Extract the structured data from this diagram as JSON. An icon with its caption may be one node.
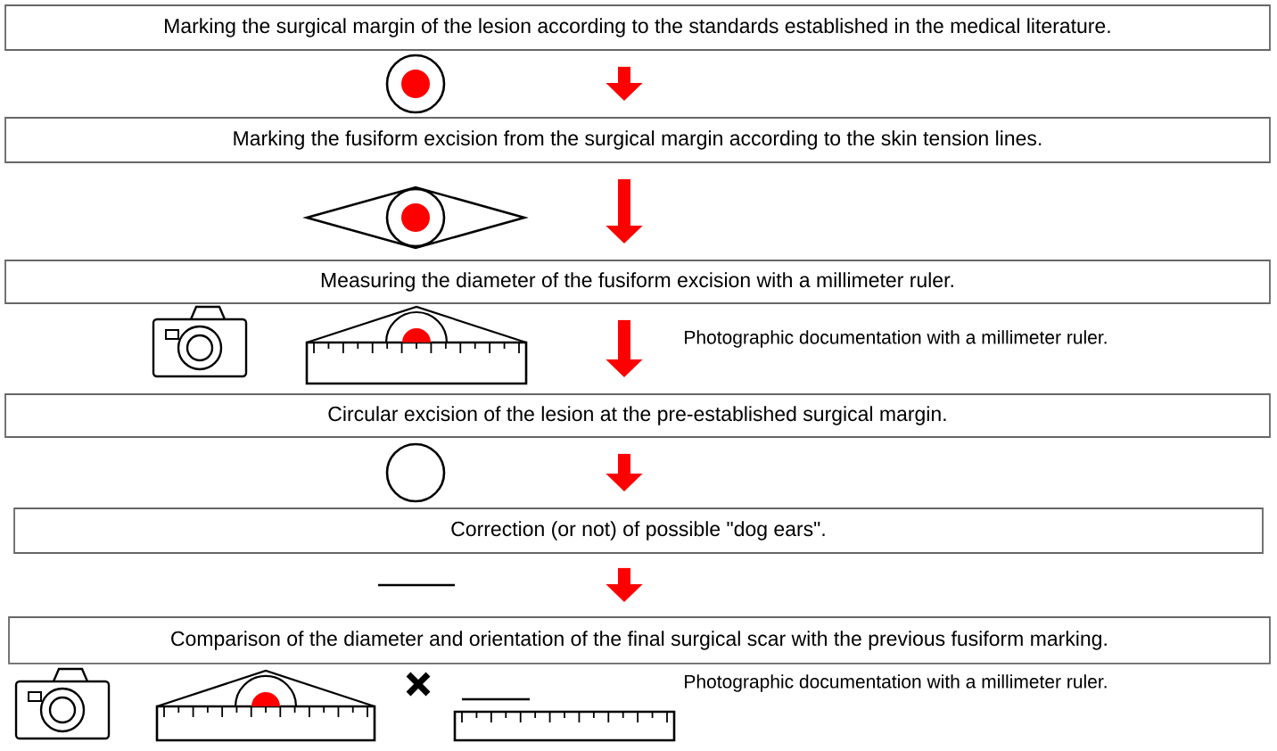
{
  "diagram": {
    "nodes": [
      {
        "text": [
          "Marking the surgical margin of the lesion according to the standards established in the medical literature."
        ]
      },
      {
        "text": [
          "Marking the fusiform excision from the surgical margin according to the skin tension lines."
        ]
      },
      {
        "text": [
          "Measuring the diameter of the fusiform excision with a millimeter ruler."
        ]
      },
      {
        "text": [
          "Circular excision of the lesion at the pre-established surgical margin."
        ]
      },
      {
        "text": [
          "Correction (or not) of possible \"dog ears\"."
        ]
      },
      {
        "text": [
          "Comparison of the diameter and orientation of the final surgical scar with the previous fusiform marking."
        ]
      }
    ],
    "edges": [
      {
        "from": 0,
        "to": 1,
        "arrow": "to"
      },
      {
        "from": 1,
        "to": 2,
        "arrow": "to"
      },
      {
        "from": 2,
        "to": 3,
        "arrow": "to"
      },
      {
        "from": 3,
        "to": 4,
        "arrow": "to"
      },
      {
        "from": 4,
        "to": 5,
        "arrow": "to"
      }
    ],
    "labels": [
      "Photographic documentation with a millimeter ruler.",
      "Photographic documentation with a millimeter ruler."
    ]
  }
}
